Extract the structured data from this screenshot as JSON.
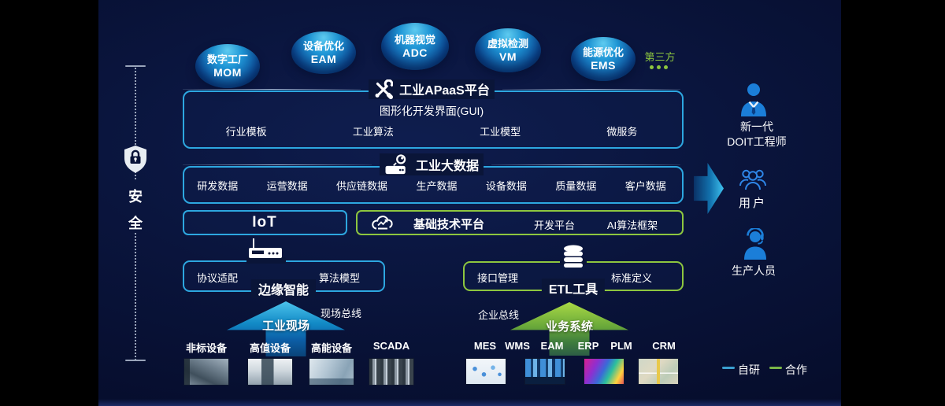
{
  "colors": {
    "background": "#081138",
    "accent_blue": "#2da7e0",
    "accent_green": "#8dc63f",
    "persona_blue": "#1b7ed8",
    "legend_self_color": "#3a9fd0",
    "legend_coop_color": "#7ab648"
  },
  "bubbles": [
    {
      "line1": "数字工厂",
      "line2": "MOM"
    },
    {
      "line1": "设备优化",
      "line2": "EAM"
    },
    {
      "line1": "机器视觉",
      "line2": "ADC"
    },
    {
      "line1": "虚拟检测",
      "line2": "VM"
    },
    {
      "line1": "能源优化",
      "line2": "EMS"
    }
  ],
  "third_party": {
    "label": "第三方"
  },
  "apaas": {
    "title": "工业APaaS平台",
    "gui": "图形化开发界面(GUI)",
    "items": [
      "行业模板",
      "工业算法",
      "工业模型",
      "微服务"
    ]
  },
  "bigdata": {
    "title": "工业大数据",
    "items": [
      "研发数据",
      "运营数据",
      "供应链数据",
      "生产数据",
      "设备数据",
      "质量数据",
      "客户数据"
    ]
  },
  "iot": {
    "label": "IoT"
  },
  "base_platform": {
    "title": "基础技术平台",
    "items": [
      "开发平台",
      "AI算法框架"
    ]
  },
  "edge": {
    "title": "边缘智能",
    "left_item": "协议适配",
    "right_item": "算法模型"
  },
  "etl": {
    "title": "ETL工具",
    "left_item": "接口管理",
    "right_item": "标准定义"
  },
  "buses": {
    "field": "现场总线",
    "enterprise": "企业总线"
  },
  "up_arrows": {
    "industrial": "工业现场",
    "business": "业务系统"
  },
  "field_devices": [
    "非标设备",
    "高值设备",
    "高能设备",
    "SCADA"
  ],
  "business_systems": [
    "MES",
    "WMS",
    "EAM",
    "ERP",
    "PLM",
    "CRM"
  ],
  "security": {
    "char1": "安",
    "char2": "全"
  },
  "personas": {
    "engineer_line1": "新一代",
    "engineer_line2": "DOIT工程师",
    "users": "用户",
    "production": "生产人员"
  },
  "legend": {
    "self_developed": "自研",
    "cooperation": "合作"
  }
}
